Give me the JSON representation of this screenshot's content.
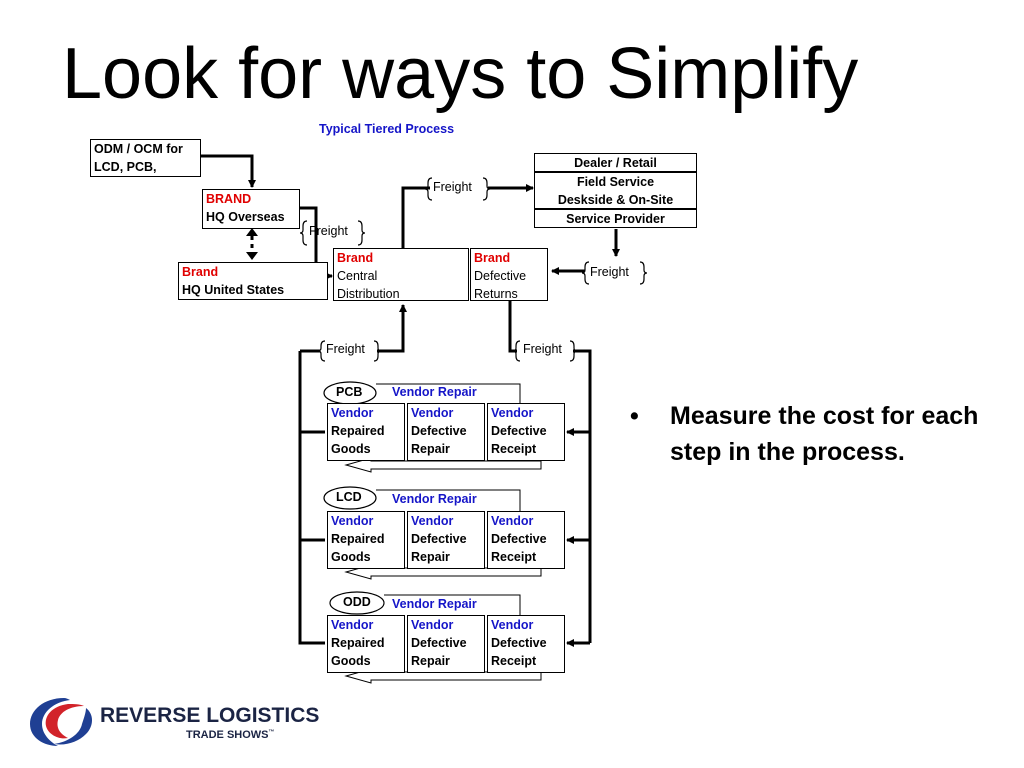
{
  "slide": {
    "title": "Look for ways to Simplify",
    "diagram_title": "Typical Tiered Process",
    "bullet": "Measure the cost for each step in the process."
  },
  "nodes": {
    "odm": {
      "line1": "ODM / OCM for",
      "line2": "LCD, PCB,"
    },
    "brand_hq_overseas": {
      "line1": "BRAND",
      "line2": "HQ Overseas"
    },
    "brand_hq_us": {
      "line1": "Brand",
      "line2": "HQ United States"
    },
    "brand_central": {
      "line1": "Brand",
      "line2": "Central",
      "line3": "Distribution"
    },
    "brand_defective": {
      "line1": "Brand",
      "line2": "Defective",
      "line3": "Returns"
    },
    "dealer": {
      "line1": "Dealer / Retail"
    },
    "field_service": {
      "line1": "Field Service",
      "line2": "Deskside & On-Site"
    },
    "service_provider": {
      "line1": "Service Provider"
    }
  },
  "freight_label": "Freight",
  "vendor_groups": [
    {
      "tag": "PCB",
      "header": "Vendor Repair"
    },
    {
      "tag": "LCD",
      "header": "Vendor Repair"
    },
    {
      "tag": "ODD",
      "header": "Vendor Repair"
    }
  ],
  "vendor_cells": {
    "repaired": {
      "line1": "Vendor",
      "line2": "Repaired",
      "line3": "Goods"
    },
    "defective_repair": {
      "line1": "Vendor",
      "line2": "Defective",
      "line3": "Repair"
    },
    "defective_receipt": {
      "line1": "Vendor",
      "line2": "Defective",
      "line3": "Receipt"
    }
  },
  "logo": {
    "main": "REVERSE LOGISTICS",
    "sub": "TRADE SHOWS",
    "tm": "™",
    "colors": {
      "red": "#d2232a",
      "blue": "#1f3f93",
      "navy": "#1b2444"
    }
  },
  "colors": {
    "red": "#e00000",
    "blue": "#1515c8"
  }
}
